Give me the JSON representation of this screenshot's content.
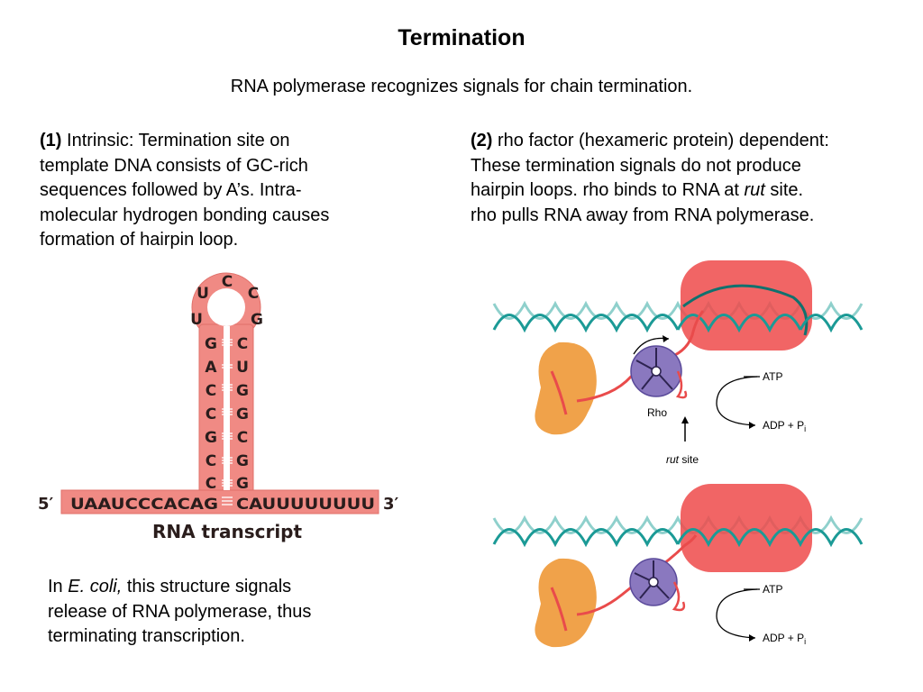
{
  "title": "Termination",
  "subtitle": "RNA polymerase recognizes signals for chain termination.",
  "left": {
    "num": "(1)",
    "lines": [
      " Intrinsic: Termination site on",
      "template DNA consists of GC-rich",
      "sequences followed by A’s.  Intra-",
      "molecular hydrogen bonding causes",
      "formation of hairpin loop."
    ]
  },
  "right": {
    "num": "(2)",
    "lines": [
      " rho factor (hexameric protein) dependent:",
      "These termination signals do not produce",
      "hairpin loops.  rho binds to RNA at ",
      " site.",
      "rho pulls RNA away from RNA polymerase."
    ],
    "rut_italic": "rut"
  },
  "bottom": {
    "prefix": "In ",
    "ecoli": "E. coli,",
    "rest_line1": " this structure signals",
    "line2": "release of RNA polymerase, thus",
    "line3": "terminating transcription."
  },
  "hairpin": {
    "loop_bases": [
      "U",
      "C",
      "C",
      "U",
      "G"
    ],
    "stem_left": [
      "G",
      "A",
      "C",
      "C",
      "G",
      "C",
      "C"
    ],
    "stem_right": [
      "C",
      "U",
      "G",
      "G",
      "C",
      "G",
      "G"
    ],
    "bottom_left": "UAAUCCCACAG",
    "bottom_right": "CAUUUUUUUU",
    "five_prime": "5′",
    "three_prime": "3′",
    "caption": "RNA transcript"
  },
  "rho_diagram": {
    "atp": "ATP",
    "adp": "ADP + P",
    "adp_sub": "i",
    "rho_label": "Rho",
    "rut_italic": "rut",
    "rut_rest": " site"
  },
  "colors": {
    "hairpin_fill": "#f08a84",
    "polymerase": "#ef4a4a",
    "dna_dark": "#1b9a96",
    "dna_light": "#8fd0cc",
    "rho": "#8a78bf",
    "protein_orange": "#f0a24a"
  }
}
